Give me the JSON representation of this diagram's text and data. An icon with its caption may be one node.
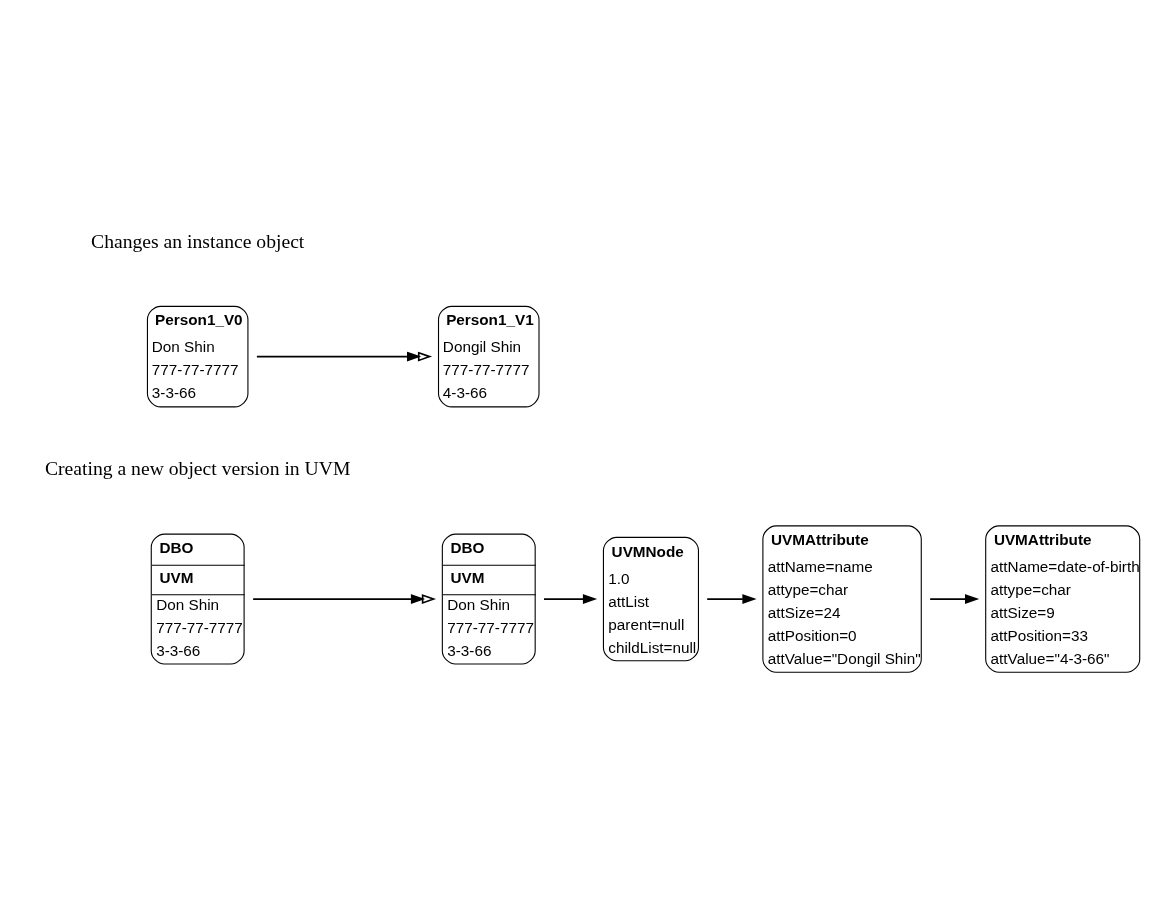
{
  "diagram": {
    "nodes": [
      {
        "text": [
          "Person1_V0",
          "Don Shin",
          "777-77-7777",
          "3-3-66"
        ]
      },
      {
        "text": [
          "Person1_V1",
          "Dongil Shin",
          "777-77-7777",
          "4-3-66"
        ]
      },
      {
        "text": [
          "DBO",
          "UVM",
          "Don Shin",
          "777-77-7777",
          "3-3-66"
        ]
      },
      {
        "text": [
          "DBO",
          "UVM",
          "Don Shin",
          "777-77-7777",
          "3-3-66"
        ]
      },
      {
        "text": [
          "UVMNode",
          "1.0",
          "attList",
          "parent=null",
          "childList=null"
        ]
      },
      {
        "text": [
          "UVMAttribute",
          "attName=name",
          "attype=char",
          "attSize=24",
          "attPosition=0",
          "attValue=\"Dongil Shin\""
        ]
      },
      {
        "text": [
          "UVMAttribute",
          "attName=date-of-birth",
          "attype=char",
          "attSize=9",
          "attPosition=33",
          "attValue=\"4-3-66\""
        ]
      }
    ],
    "edges": [
      {
        "from": 0,
        "to": 1,
        "arrow": "to"
      },
      {
        "from": 2,
        "to": 3,
        "arrow": "to"
      },
      {
        "from": 3,
        "to": 4,
        "arrow": "to"
      },
      {
        "from": 4,
        "to": 5,
        "arrow": "to"
      },
      {
        "from": 5,
        "to": 6,
        "arrow": "to"
      }
    ],
    "labels": [
      "Changes an instance object",
      "Creating a new object version in UVM"
    ]
  }
}
